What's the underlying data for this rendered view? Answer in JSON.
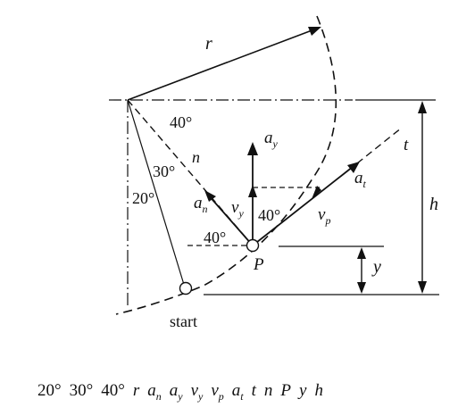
{
  "labels": {
    "r": "r",
    "n": "n",
    "t": "t",
    "P": "P",
    "h": "h",
    "y": "y",
    "start": "start",
    "a_y": "a",
    "a_y_sub": "y",
    "a_t": "a",
    "a_t_sub": "t",
    "a_n": "a",
    "a_n_sub": "n",
    "v_y": "v",
    "v_y_sub": "y",
    "v_p": "v",
    "v_p_sub": "p",
    "angle_40_top": "40°",
    "angle_30": "30°",
    "angle_20": "20°",
    "angle_40_P_left": "40°",
    "angle_40_P_right": "40°"
  },
  "footer": [
    {
      "text": "20°",
      "italic": false
    },
    {
      "text": "30°",
      "italic": false
    },
    {
      "text": "40°",
      "italic": false
    },
    {
      "text": "r",
      "italic": true
    },
    {
      "text": "a",
      "sub": "n",
      "italic": true
    },
    {
      "text": "a",
      "sub": "y",
      "italic": true
    },
    {
      "text": "v",
      "sub": "y",
      "italic": true
    },
    {
      "text": "v",
      "sub": "p",
      "italic": true
    },
    {
      "text": "a",
      "sub": "t",
      "italic": true
    },
    {
      "text": "t",
      "italic": true
    },
    {
      "text": "n",
      "italic": true
    },
    {
      "text": "P",
      "italic": true
    },
    {
      "text": "y",
      "italic": true
    },
    {
      "text": "h",
      "italic": true
    }
  ]
}
